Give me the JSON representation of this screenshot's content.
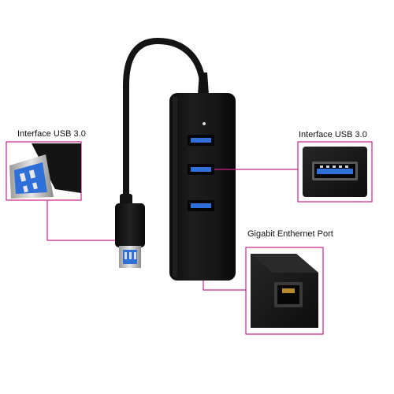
{
  "labels": {
    "left_usb": "Interface USB 3.0",
    "right_usb": "Interface USB 3.0",
    "ethernet": "Gigabit Enthernet Port"
  },
  "colors": {
    "background": "#ffffff",
    "hub_body": "#141414",
    "usb_port_blue": "#2f6fd8",
    "callout_line": "#c8248c",
    "label_text": "#111111"
  },
  "icons": {
    "usb_a_plug": "usb-plug",
    "usb_port": "usb-3-port",
    "rj45_port": "ethernet-port"
  }
}
